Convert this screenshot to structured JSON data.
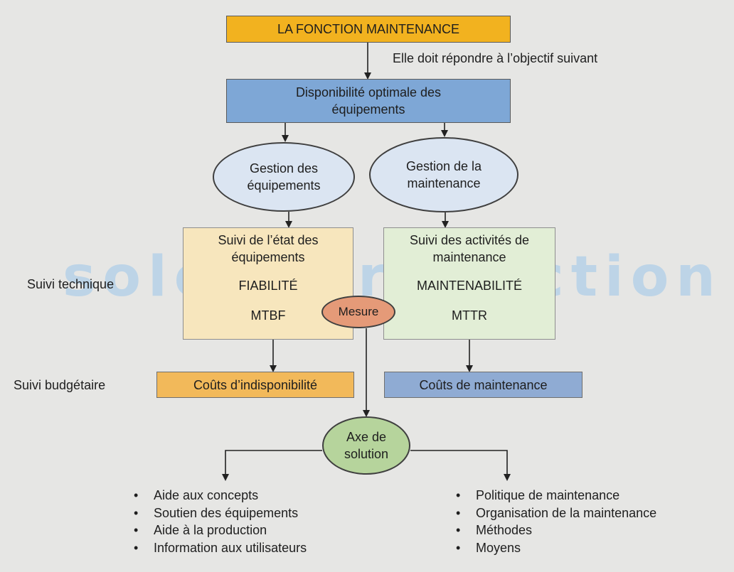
{
  "title": "LA FONCTION MAINTENANCE",
  "objective_note": "Elle doit répondre à l’objectif suivant",
  "objective": "Disponibilité optimale des équipements",
  "left_branch": {
    "ellipse": "Gestion des équipements",
    "box_title": "Suivi de l’état des équipements",
    "metric": "FIABILITÉ",
    "indicator": "MTBF",
    "cost": "Coûts d’indisponibilité"
  },
  "right_branch": {
    "ellipse": "Gestion de la maintenance",
    "box_title": "Suivi des activités de maintenance",
    "metric": "MAINTENABILITÉ",
    "indicator": "MTTR",
    "cost": "Coûts de maintenance"
  },
  "side_labels": {
    "technique": "Suivi technique",
    "budgetaire": "Suivi budgétaire"
  },
  "mesure": "Mesure",
  "axe": "Axe de solution",
  "left_list": [
    "Aide aux concepts",
    "Soutien des équipements",
    "Aide à la production",
    "Information aux utilisateurs"
  ],
  "right_list": [
    "Politique de maintenance",
    "Organisation de la maintenance",
    "Méthodes",
    "Moyens"
  ],
  "watermark": "solerf production",
  "colors": {
    "title_box": "#f2b21f",
    "objective_box": "#7ea7d6",
    "ellipses": "#dbe5f2",
    "left_box": "#f7e6bd",
    "right_box": "#e2eed6",
    "mesure": "#e59a78",
    "cost_left": "#f2b95a",
    "cost_right": "#8fabd3",
    "axe": "#b6d49c"
  }
}
